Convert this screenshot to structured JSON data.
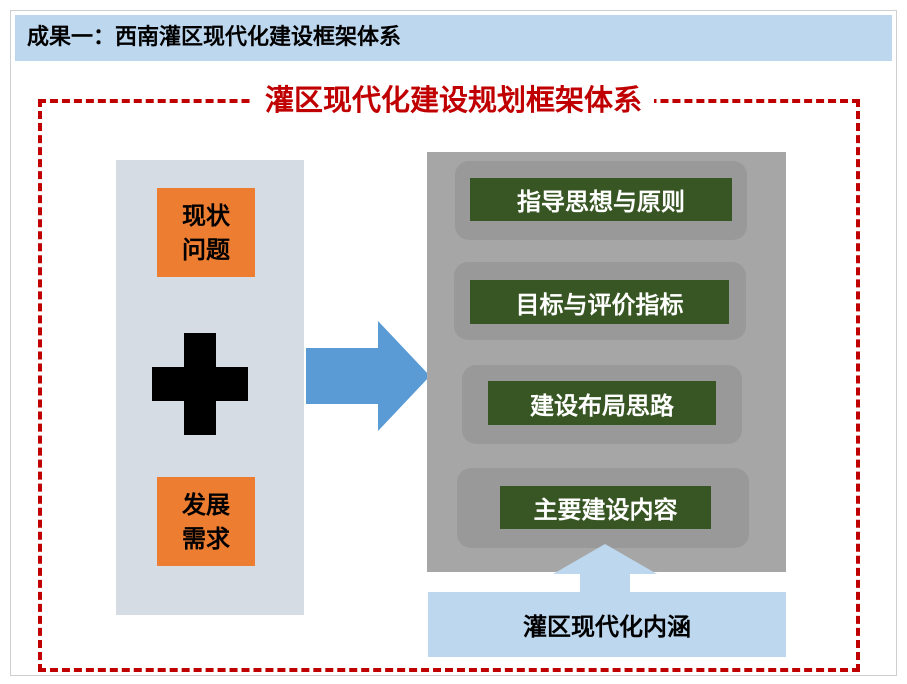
{
  "header": {
    "title": "成果一：西南灌区现代化建设框架体系"
  },
  "main_title": "灌区现代化建设规划框架体系",
  "left_panel": {
    "top_box": "现状\n问题",
    "bottom_box": "发展\n需求"
  },
  "right_panel": {
    "items": [
      {
        "label": "指导思想与原则"
      },
      {
        "label": "目标与评价指标"
      },
      {
        "label": "建设布局思路"
      },
      {
        "label": "主要建设内容"
      }
    ]
  },
  "bottom_box": "灌区现代化内涵",
  "colors": {
    "header_bg": "#bdd7ee",
    "accent_red": "#c00000",
    "orange": "#ed7d31",
    "dark_green": "#375623",
    "arrow_blue": "#5b9bd5",
    "light_blue": "#bdd7ee",
    "gray_panel": "#a6a6a6",
    "left_panel_bg": "#d6dce4"
  }
}
